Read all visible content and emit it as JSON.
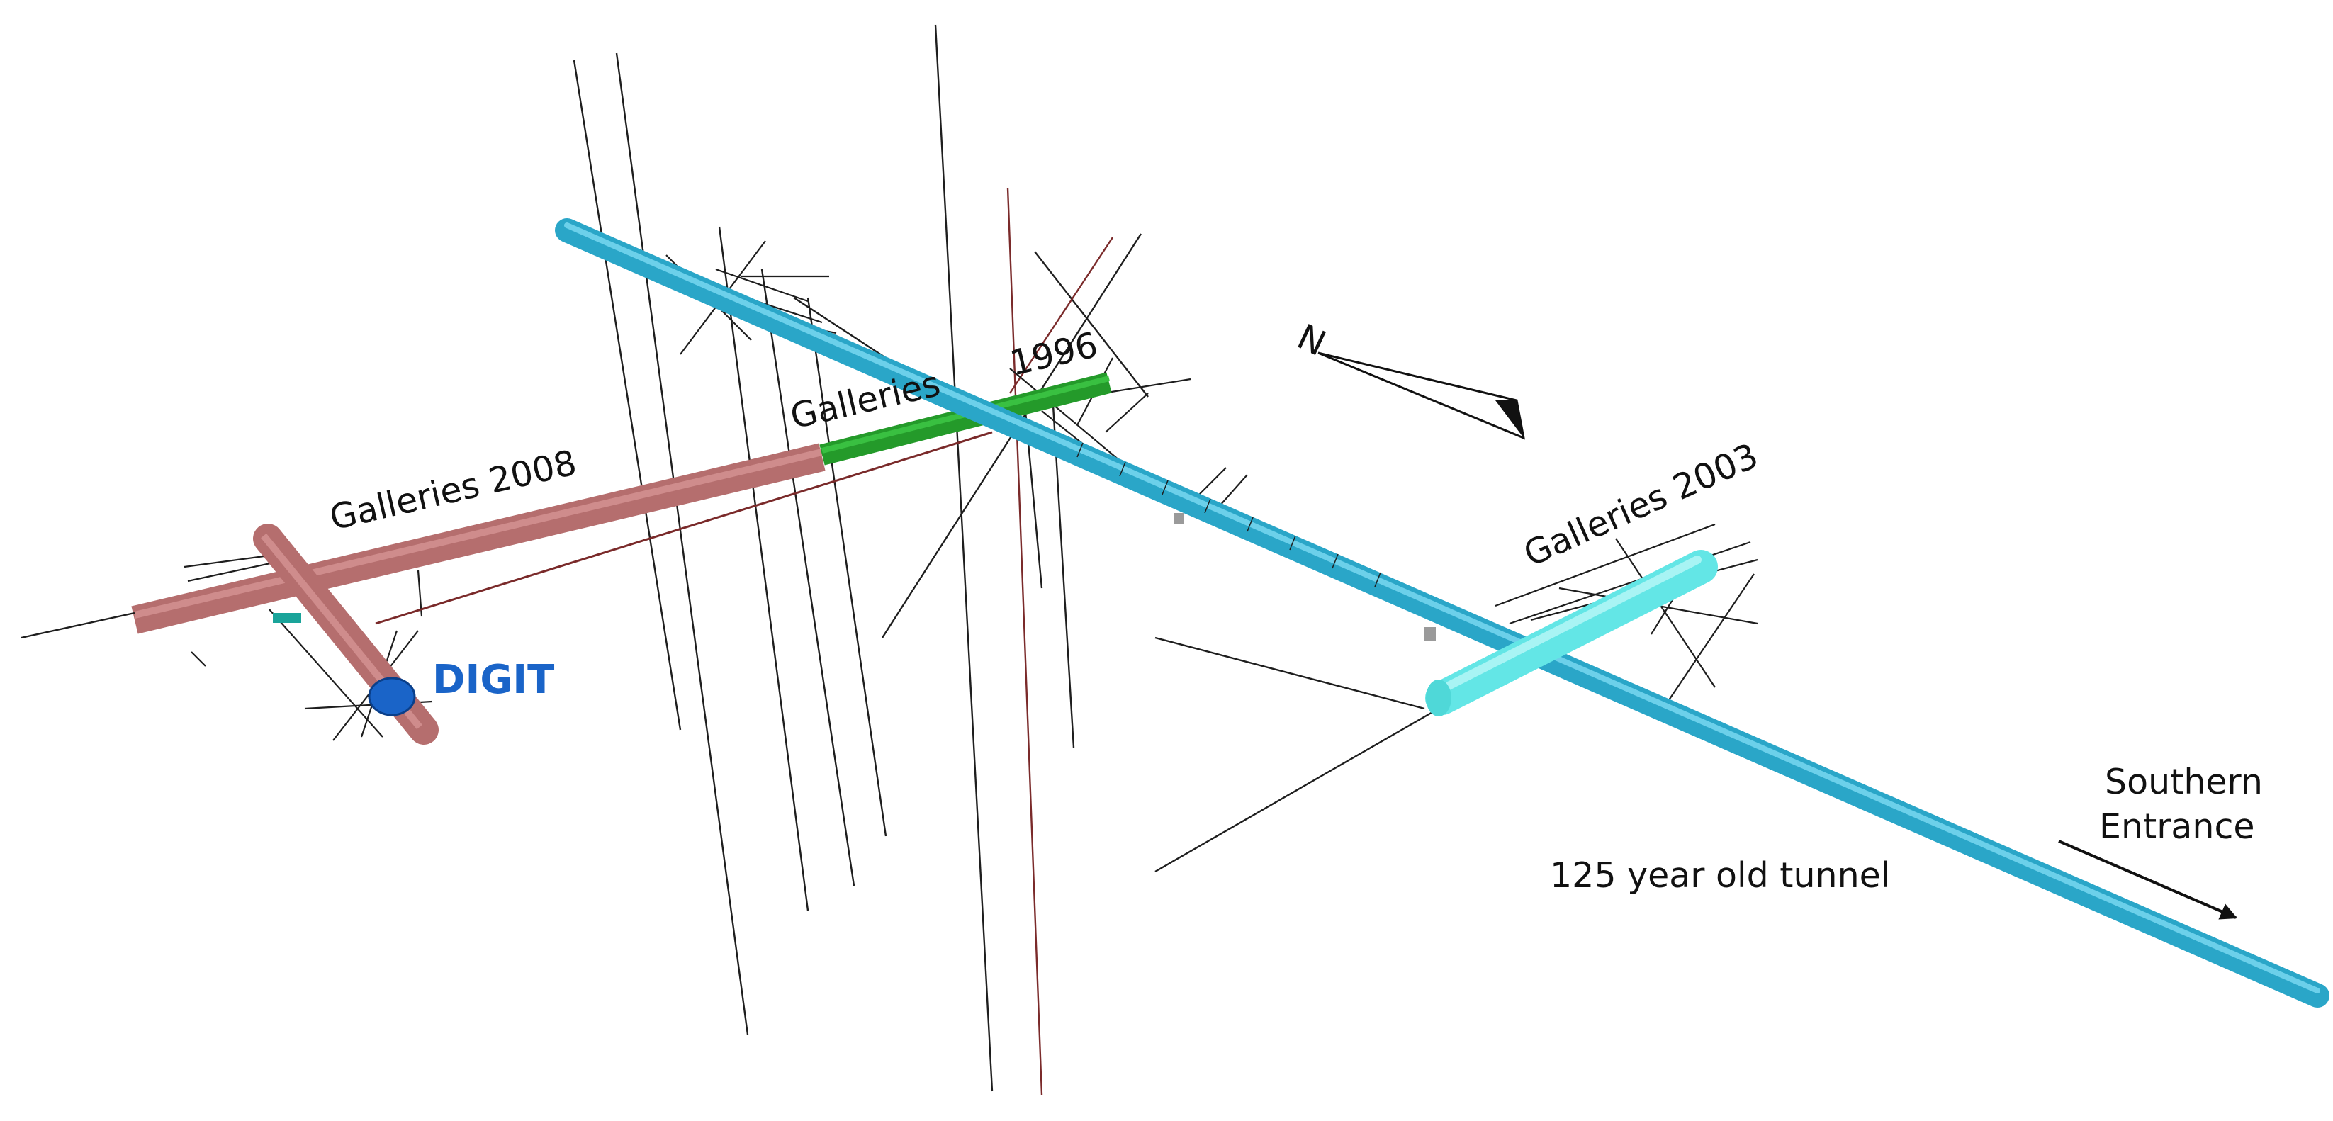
{
  "labels": {
    "galleries_2008": "Galleries 2008",
    "galleries_1996_word": "Galleries",
    "galleries_1996_year": "1996",
    "galleries_2003": "Galleries 2003",
    "digit": "DIGIT",
    "old_tunnel": "125 year old tunnel",
    "southern_line1": "Southern",
    "southern_line2": "Entrance",
    "north_marker": "N"
  },
  "colors": {
    "old_tunnel": "#2aa6c8",
    "galleries_2008": "#b56e6e",
    "galleries_1996": "#249a2a",
    "galleries_2003": "#63e6e6",
    "digit": "#1a64c8",
    "borehole": "#1e1e1e",
    "borehole_red": "#7a2a2a"
  },
  "icons": {
    "north_arrow": "north-arrow-icon",
    "direction_arrow": "arrow-right-icon"
  }
}
